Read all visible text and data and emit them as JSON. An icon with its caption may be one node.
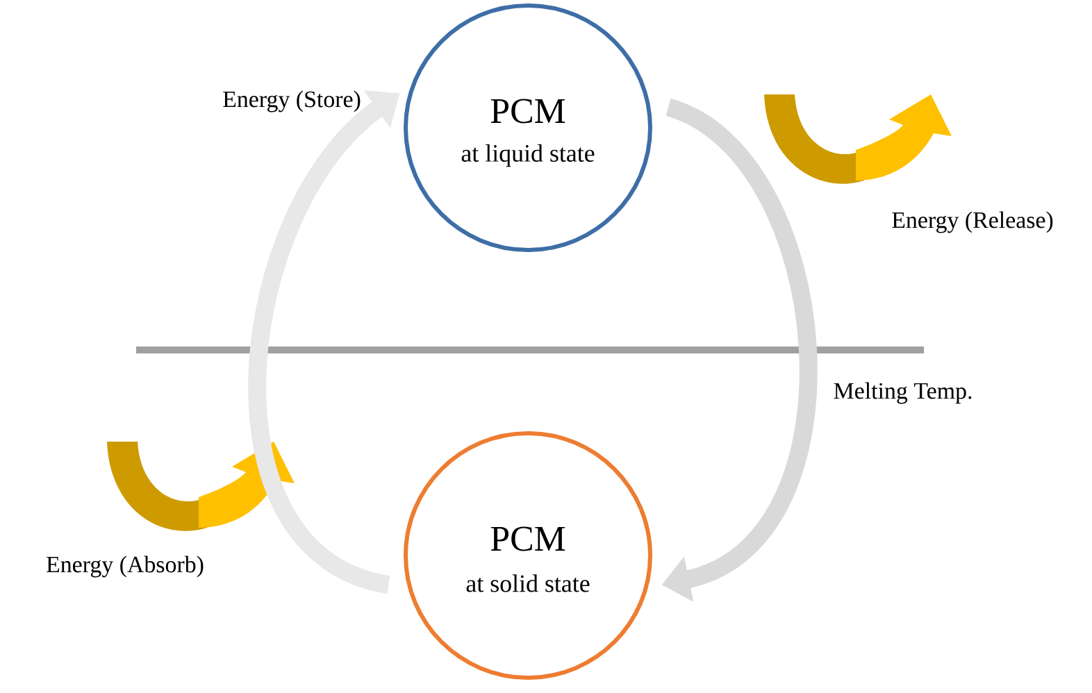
{
  "diagram": {
    "nodes": [
      {
        "text": [
          "PCM",
          "at liquid state"
        ]
      },
      {
        "text": [
          "PCM",
          "at solid state"
        ]
      }
    ],
    "edges": [
      {
        "from": 0,
        "to": 1,
        "arrow": "to"
      },
      {
        "from": 1,
        "to": 0,
        "arrow": "to"
      }
    ],
    "labels": [
      "Energy (Store)",
      "Energy (Release)",
      "Melting Temp.",
      "Energy (Absorb)"
    ]
  }
}
